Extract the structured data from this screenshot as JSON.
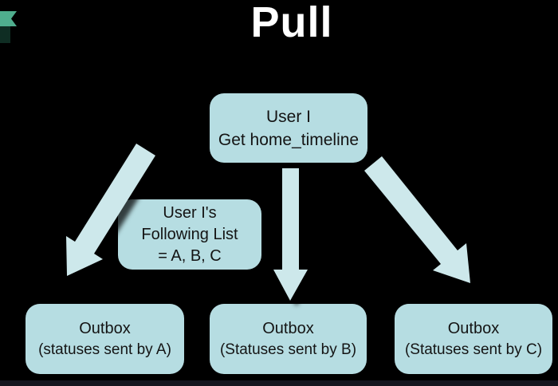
{
  "slide": {
    "title": "Pull",
    "colors": {
      "background": "#000000",
      "node_fill": "#b6dde2",
      "arrow_fill": "#cde8eb",
      "node_text": "#141414",
      "title_text": "#ffffff",
      "corner_ribbon": "#4fae8e"
    },
    "nodes": {
      "user_request": {
        "line1": "User I",
        "line2": "Get home_timeline"
      },
      "following_list": {
        "line1": "User I's",
        "line2": "Following List",
        "line3": "= A, B, C"
      },
      "outbox_a": {
        "title": "Outbox",
        "subtitle": "(statuses sent by A)"
      },
      "outbox_b": {
        "title": "Outbox",
        "subtitle": "(Statuses sent by B)"
      },
      "outbox_c": {
        "title": "Outbox",
        "subtitle": "(Statuses sent by C)"
      }
    }
  }
}
